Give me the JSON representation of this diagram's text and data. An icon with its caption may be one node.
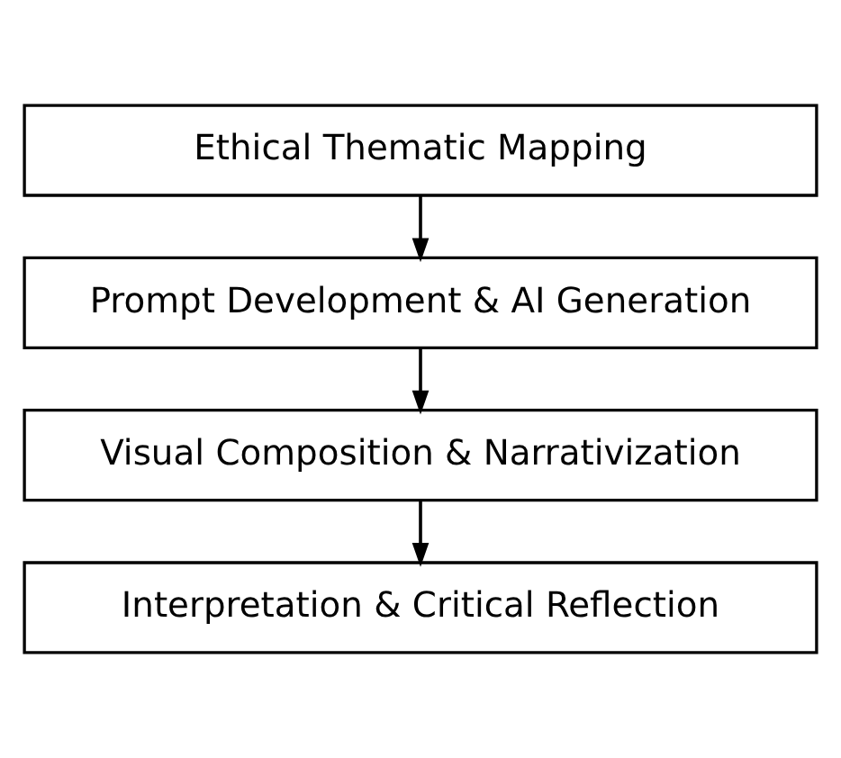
{
  "diagram": {
    "nodes": [
      {
        "text": [
          "Ethical Thematic Mapping"
        ]
      },
      {
        "text": [
          "Prompt Development & AI Generation"
        ]
      },
      {
        "text": [
          "Visual Composition & Narrativization"
        ]
      },
      {
        "text": [
          "Interpretation & Critical Reflection"
        ]
      }
    ],
    "edges": [
      {
        "from": 0,
        "to": 1,
        "arrow": "to"
      },
      {
        "from": 1,
        "to": 2,
        "arrow": "to"
      },
      {
        "from": 2,
        "to": 3,
        "arrow": "to"
      }
    ]
  }
}
